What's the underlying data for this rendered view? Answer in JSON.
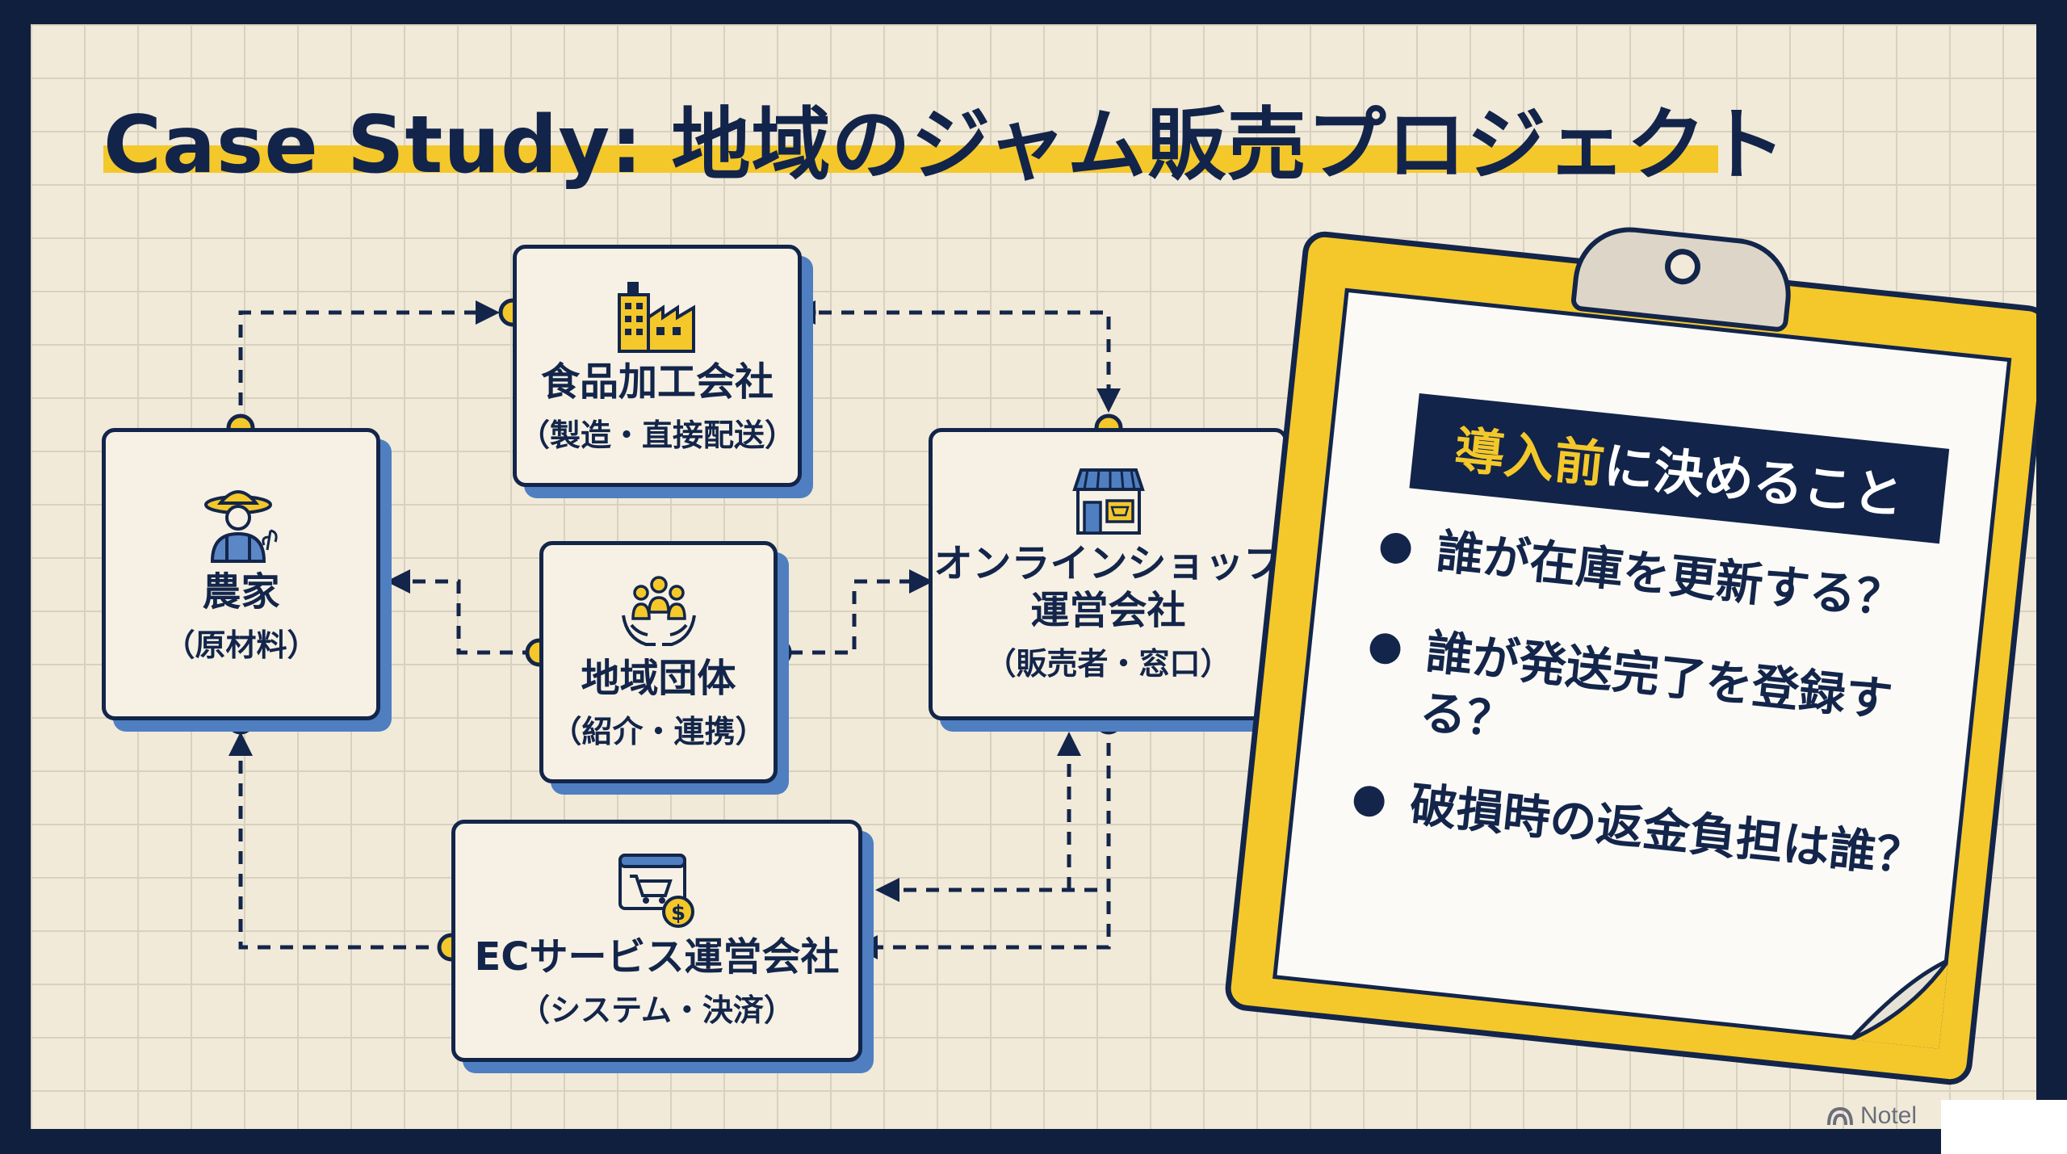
{
  "title": "Case Study: 地域のジャム販売プロジェクト",
  "nodes": {
    "food_company": {
      "title": "食品加工会社",
      "sub": "（製造・直接配送）"
    },
    "farmer": {
      "title": "農家",
      "sub": "（原材料）"
    },
    "community": {
      "title": "地域団体",
      "sub": "（紹介・連携）"
    },
    "online_shop": {
      "title": "オンラインショップ\n運営会社",
      "sub": "（販売者・窓口）"
    },
    "ec_service": {
      "title": "ECサービス運営会社",
      "sub": "（システム・決済）"
    }
  },
  "checklist": {
    "heading_highlight": "導入前",
    "heading_rest": "に決めること",
    "items": [
      "誰が在庫を更新する？",
      "誰が発送完了を登録する？",
      "破損時の返金負担は誰？"
    ]
  },
  "watermark": "Notel",
  "colors": {
    "navy": "#12244a",
    "yellow": "#f4c82a",
    "shadow_blue": "#4f7fc0",
    "paper": "#f1ead9"
  }
}
